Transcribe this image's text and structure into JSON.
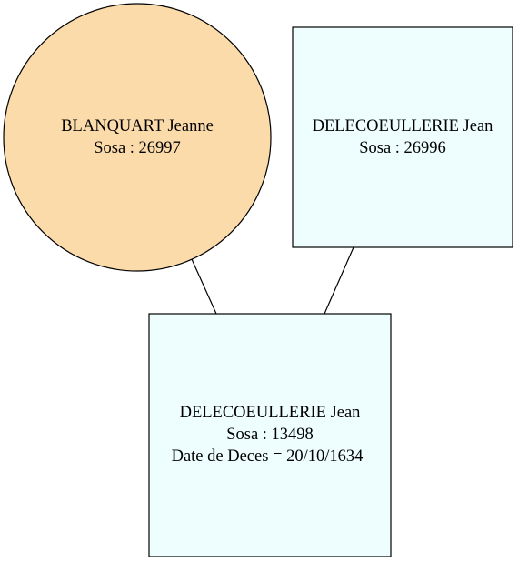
{
  "colors": {
    "female": "#fcdbab",
    "male": "#eefefe",
    "stroke": "#000000"
  },
  "nodes": {
    "mother": {
      "shape": "circle",
      "name": "BLANQUART Jeanne",
      "sosa": "Sosa : 26997"
    },
    "father": {
      "shape": "box",
      "name": "DELECOEULLERIE Jean",
      "sosa": "Sosa : 26996"
    },
    "child": {
      "shape": "box",
      "name": "DELECOEULLERIE Jean",
      "sosa": "Sosa : 13498",
      "death": "Date de Deces = 20/10/1634"
    }
  }
}
